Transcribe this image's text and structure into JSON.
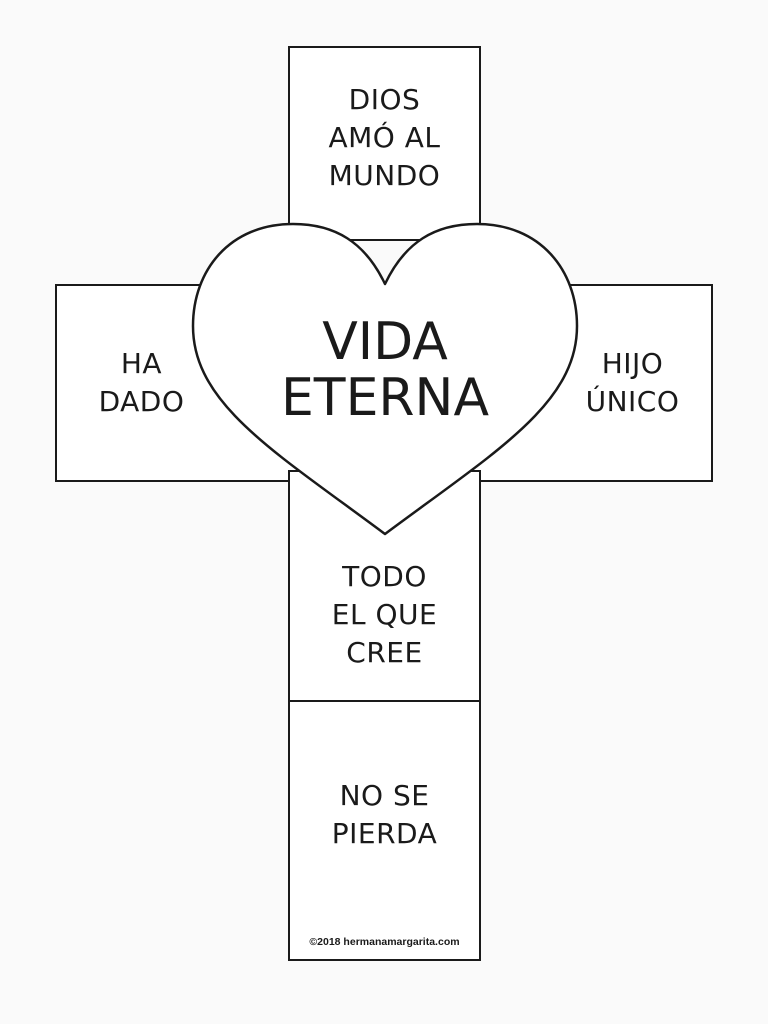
{
  "cross": {
    "top": [
      "DIOS",
      "AMÓ AL",
      "MUNDO"
    ],
    "left": [
      "HA",
      "DADO"
    ],
    "right": [
      "HIJO",
      "ÚNICO"
    ],
    "middle": [
      "TODO",
      "EL QUE",
      "CREE"
    ],
    "bottom": [
      "NO SE",
      "PIERDA"
    ]
  },
  "heart": {
    "lines": [
      "VIDA",
      "ETERNA"
    ]
  },
  "footer": {
    "copyright": "©2018 hermanamargarita.com"
  },
  "colors": {
    "ink": "#1a1a1a",
    "paper": "#ffffff",
    "background": "#fafafa"
  }
}
